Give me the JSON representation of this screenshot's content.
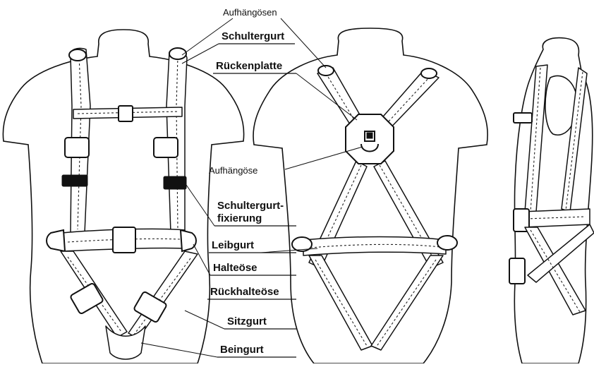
{
  "labels": {
    "aufhaengoesen": "Aufhängösen",
    "schultergurt": "Schultergurt",
    "rueckenplatte": "Rückenplatte",
    "aufhaengoese": "Aufhängöse",
    "schultergurtfixierung_line1": "Schultergurt-",
    "schultergurtfixierung_line2": "fixierung",
    "leibgurt": "Leibgurt",
    "halteoese": "Halteöse",
    "rueckhalteoese": "Rückhalteöse",
    "sitzgurt": "Sitzgurt",
    "beingurt": "Beingurt"
  },
  "views": [
    "front",
    "back",
    "side"
  ],
  "colors": {
    "ink": "#111111",
    "paper": "#ffffff"
  }
}
